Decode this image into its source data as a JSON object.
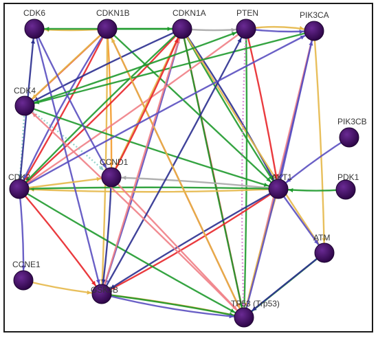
{
  "colors": {
    "node_fill": "#3b0a5c",
    "node_stroke": "#1c0330",
    "label": "#333333",
    "edge_red": "#e8262a",
    "edge_green": "#1f9a2e",
    "edge_purple": "#5a4fc0",
    "edge_yellow": "#e6b84a",
    "edge_pink": "#ef7f86",
    "edge_gray": "#a8a8a8",
    "edge_teal": "#8ccfc6",
    "edge_navy": "#2b2f8f",
    "edge_orange": "#f39a2a",
    "edge_magenta": "#d986d6"
  },
  "nodes": [
    {
      "id": "CDK6",
      "label": "CDK6"
    },
    {
      "id": "CDKN1B",
      "label": "CDKN1B"
    },
    {
      "id": "CDKN1A",
      "label": "CDKN1A"
    },
    {
      "id": "PTEN",
      "label": "PTEN"
    },
    {
      "id": "PIK3CA",
      "label": "PIK3CA"
    },
    {
      "id": "CDK4",
      "label": "CDK4"
    },
    {
      "id": "PIK3CB",
      "label": "PIK3CB"
    },
    {
      "id": "CDK2",
      "label": "CDK2"
    },
    {
      "id": "CCND1",
      "label": "CCND1"
    },
    {
      "id": "AKT1",
      "label": "AKT1"
    },
    {
      "id": "PDK1",
      "label": "PDK1"
    },
    {
      "id": "ATM",
      "label": "ATM"
    },
    {
      "id": "CCNE1",
      "label": "CCNE1"
    },
    {
      "id": "GSK3B",
      "label": "GSK3B"
    },
    {
      "id": "TP53",
      "label": "TP53 (Trp53)"
    }
  ],
  "edges": [
    {
      "from": "CDKN1B",
      "to": "CDK6",
      "color": "edge_yellow"
    },
    {
      "from": "CDKN1B",
      "to": "CDKN1A",
      "color": "edge_green"
    },
    {
      "from": "CDKN1A",
      "to": "PTEN",
      "color": "edge_gray"
    },
    {
      "from": "PTEN",
      "to": "PIK3CA",
      "color": "edge_yellow"
    },
    {
      "from": "PTEN",
      "to": "PIK3CA",
      "color": "edge_purple"
    },
    {
      "from": "CDKN1B",
      "to": "CDK4",
      "color": "edge_red"
    },
    {
      "from": "CDKN1B",
      "to": "CDK4",
      "color": "edge_yellow"
    },
    {
      "from": "CDKN1B",
      "to": "CDK2",
      "color": "edge_red"
    },
    {
      "from": "CDKN1B",
      "to": "CDK2",
      "color": "edge_purple"
    },
    {
      "from": "CDKN1B",
      "to": "CCND1",
      "color": "edge_orange"
    },
    {
      "from": "CDKN1B",
      "to": "AKT1",
      "color": "edge_green"
    },
    {
      "from": "CDKN1B",
      "to": "TP53",
      "color": "edge_red"
    },
    {
      "from": "CDKN1B",
      "to": "GSK3B",
      "color": "edge_yellow"
    },
    {
      "from": "CDKN1A",
      "to": "CDK6",
      "color": "edge_green"
    },
    {
      "from": "CDKN1A",
      "to": "CDK4",
      "color": "edge_navy"
    },
    {
      "from": "CDKN1A",
      "to": "CDK2",
      "color": "edge_red"
    },
    {
      "from": "CDKN1A",
      "to": "CDK2",
      "color": "edge_green"
    },
    {
      "from": "CDKN1A",
      "to": "CCND1",
      "color": "edge_yellow"
    },
    {
      "from": "CDKN1A",
      "to": "AKT1",
      "color": "edge_navy"
    },
    {
      "from": "CDKN1A",
      "to": "AKT1",
      "color": "edge_green"
    },
    {
      "from": "CDKN1A",
      "to": "TP53",
      "color": "edge_red"
    },
    {
      "from": "CDKN1A",
      "to": "TP53",
      "color": "edge_green"
    },
    {
      "from": "CDKN1A",
      "to": "GSK3B",
      "color": "edge_purple"
    },
    {
      "from": "CDKN1A",
      "to": "ATM",
      "color": "edge_yellow"
    },
    {
      "from": "PTEN",
      "to": "AKT1",
      "color": "edge_red"
    },
    {
      "from": "PTEN",
      "to": "TP53",
      "color": "edge_green"
    },
    {
      "from": "PTEN",
      "to": "TP53",
      "color": "edge_magenta"
    },
    {
      "from": "PTEN",
      "to": "CDK2",
      "color": "edge_pink"
    },
    {
      "from": "PIK3CA",
      "to": "AKT1",
      "color": "edge_purple"
    },
    {
      "from": "PIK3CA",
      "to": "TP53",
      "color": "edge_pink"
    },
    {
      "from": "PIK3CA",
      "to": "ATM",
      "color": "edge_yellow"
    },
    {
      "from": "PIK3CA",
      "to": "CDK4",
      "color": "edge_green"
    },
    {
      "from": "PIK3CB",
      "to": "AKT1",
      "color": "edge_purple"
    },
    {
      "from": "PDK1",
      "to": "AKT1",
      "color": "edge_green"
    },
    {
      "from": "AKT1",
      "to": "ATM",
      "color": "edge_purple"
    },
    {
      "from": "AKT1",
      "to": "CCND1",
      "color": "edge_gray"
    },
    {
      "from": "AKT1",
      "to": "GSK3B",
      "color": "edge_red"
    },
    {
      "from": "AKT1",
      "to": "GSK3B",
      "color": "edge_navy"
    },
    {
      "from": "AKT1",
      "to": "TP53",
      "color": "edge_yellow"
    },
    {
      "from": "AKT1",
      "to": "CDK2",
      "color": "edge_yellow"
    },
    {
      "from": "AKT1",
      "to": "CDK2",
      "color": "edge_green"
    },
    {
      "from": "ATM",
      "to": "TP53",
      "color": "edge_green"
    },
    {
      "from": "ATM",
      "to": "TP53",
      "color": "edge_navy"
    },
    {
      "from": "CDK4",
      "to": "CDK2",
      "color": "edge_teal"
    },
    {
      "from": "CDK4",
      "to": "AKT1",
      "color": "edge_green"
    },
    {
      "from": "CDK4",
      "to": "CCND1",
      "color": "edge_teal"
    },
    {
      "from": "CDK6",
      "to": "GSK3B",
      "color": "edge_purple"
    },
    {
      "from": "CDK6",
      "to": "CCND1",
      "color": "edge_purple"
    },
    {
      "from": "CDK2",
      "to": "CCNE1",
      "color": "edge_purple"
    },
    {
      "from": "CDK2",
      "to": "CCND1",
      "color": "edge_yellow"
    },
    {
      "from": "CDK2",
      "to": "TP53",
      "color": "edge_green"
    },
    {
      "from": "CDK2",
      "to": "GSK3B",
      "color": "edge_red"
    },
    {
      "from": "CDK2",
      "to": "CDK6",
      "color": "edge_navy"
    },
    {
      "from": "CCNE1",
      "to": "GSK3B",
      "color": "edge_yellow"
    },
    {
      "from": "CCND1",
      "to": "GSK3B",
      "color": "edge_navy"
    },
    {
      "from": "CCND1",
      "to": "TP53",
      "color": "edge_pink"
    },
    {
      "from": "GSK3B",
      "to": "TP53",
      "color": "edge_orange"
    },
    {
      "from": "GSK3B",
      "to": "TP53",
      "color": "edge_green"
    },
    {
      "from": "GSK3B",
      "to": "TP53",
      "color": "edge_purple"
    },
    {
      "from": "GSK3B",
      "to": "PTEN",
      "color": "edge_navy"
    },
    {
      "from": "TP53",
      "to": "CDKN1B",
      "color": "edge_yellow"
    },
    {
      "from": "TP53",
      "to": "PIK3CA",
      "color": "edge_purple"
    },
    {
      "from": "TP53",
      "to": "CDK4",
      "color": "edge_pink"
    },
    {
      "from": "GSK3B",
      "to": "CDKN1A",
      "color": "edge_pink"
    },
    {
      "from": "CCND1",
      "to": "CDKN1A",
      "color": "edge_red"
    },
    {
      "from": "CDK4",
      "to": "PTEN",
      "color": "edge_green"
    },
    {
      "from": "CDK2",
      "to": "PIK3CA",
      "color": "edge_purple"
    }
  ]
}
